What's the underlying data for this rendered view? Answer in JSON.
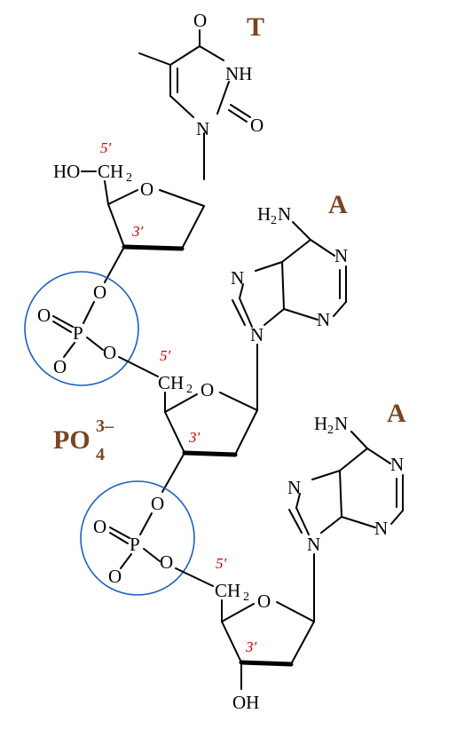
{
  "labels": {
    "base_thymine": "T",
    "base_adenine_1": "A",
    "base_adenine_2": "A",
    "phosphate_ion": "PO",
    "phosphate_ion_sub": "4",
    "phosphate_ion_sup": "3–",
    "prime_5": "5′",
    "prime_3": "3′"
  },
  "atoms": {
    "O": "O",
    "N": "N",
    "NH": "NH",
    "P": "P",
    "HO": "HO",
    "OH": "OH",
    "CH": "CH",
    "H": "H",
    "sub_2": "2"
  },
  "colors": {
    "base_label": "#7b4421",
    "prime_label": "#cc0000",
    "phosphate_circle": "#1f5fbf",
    "bond": "#000000"
  }
}
